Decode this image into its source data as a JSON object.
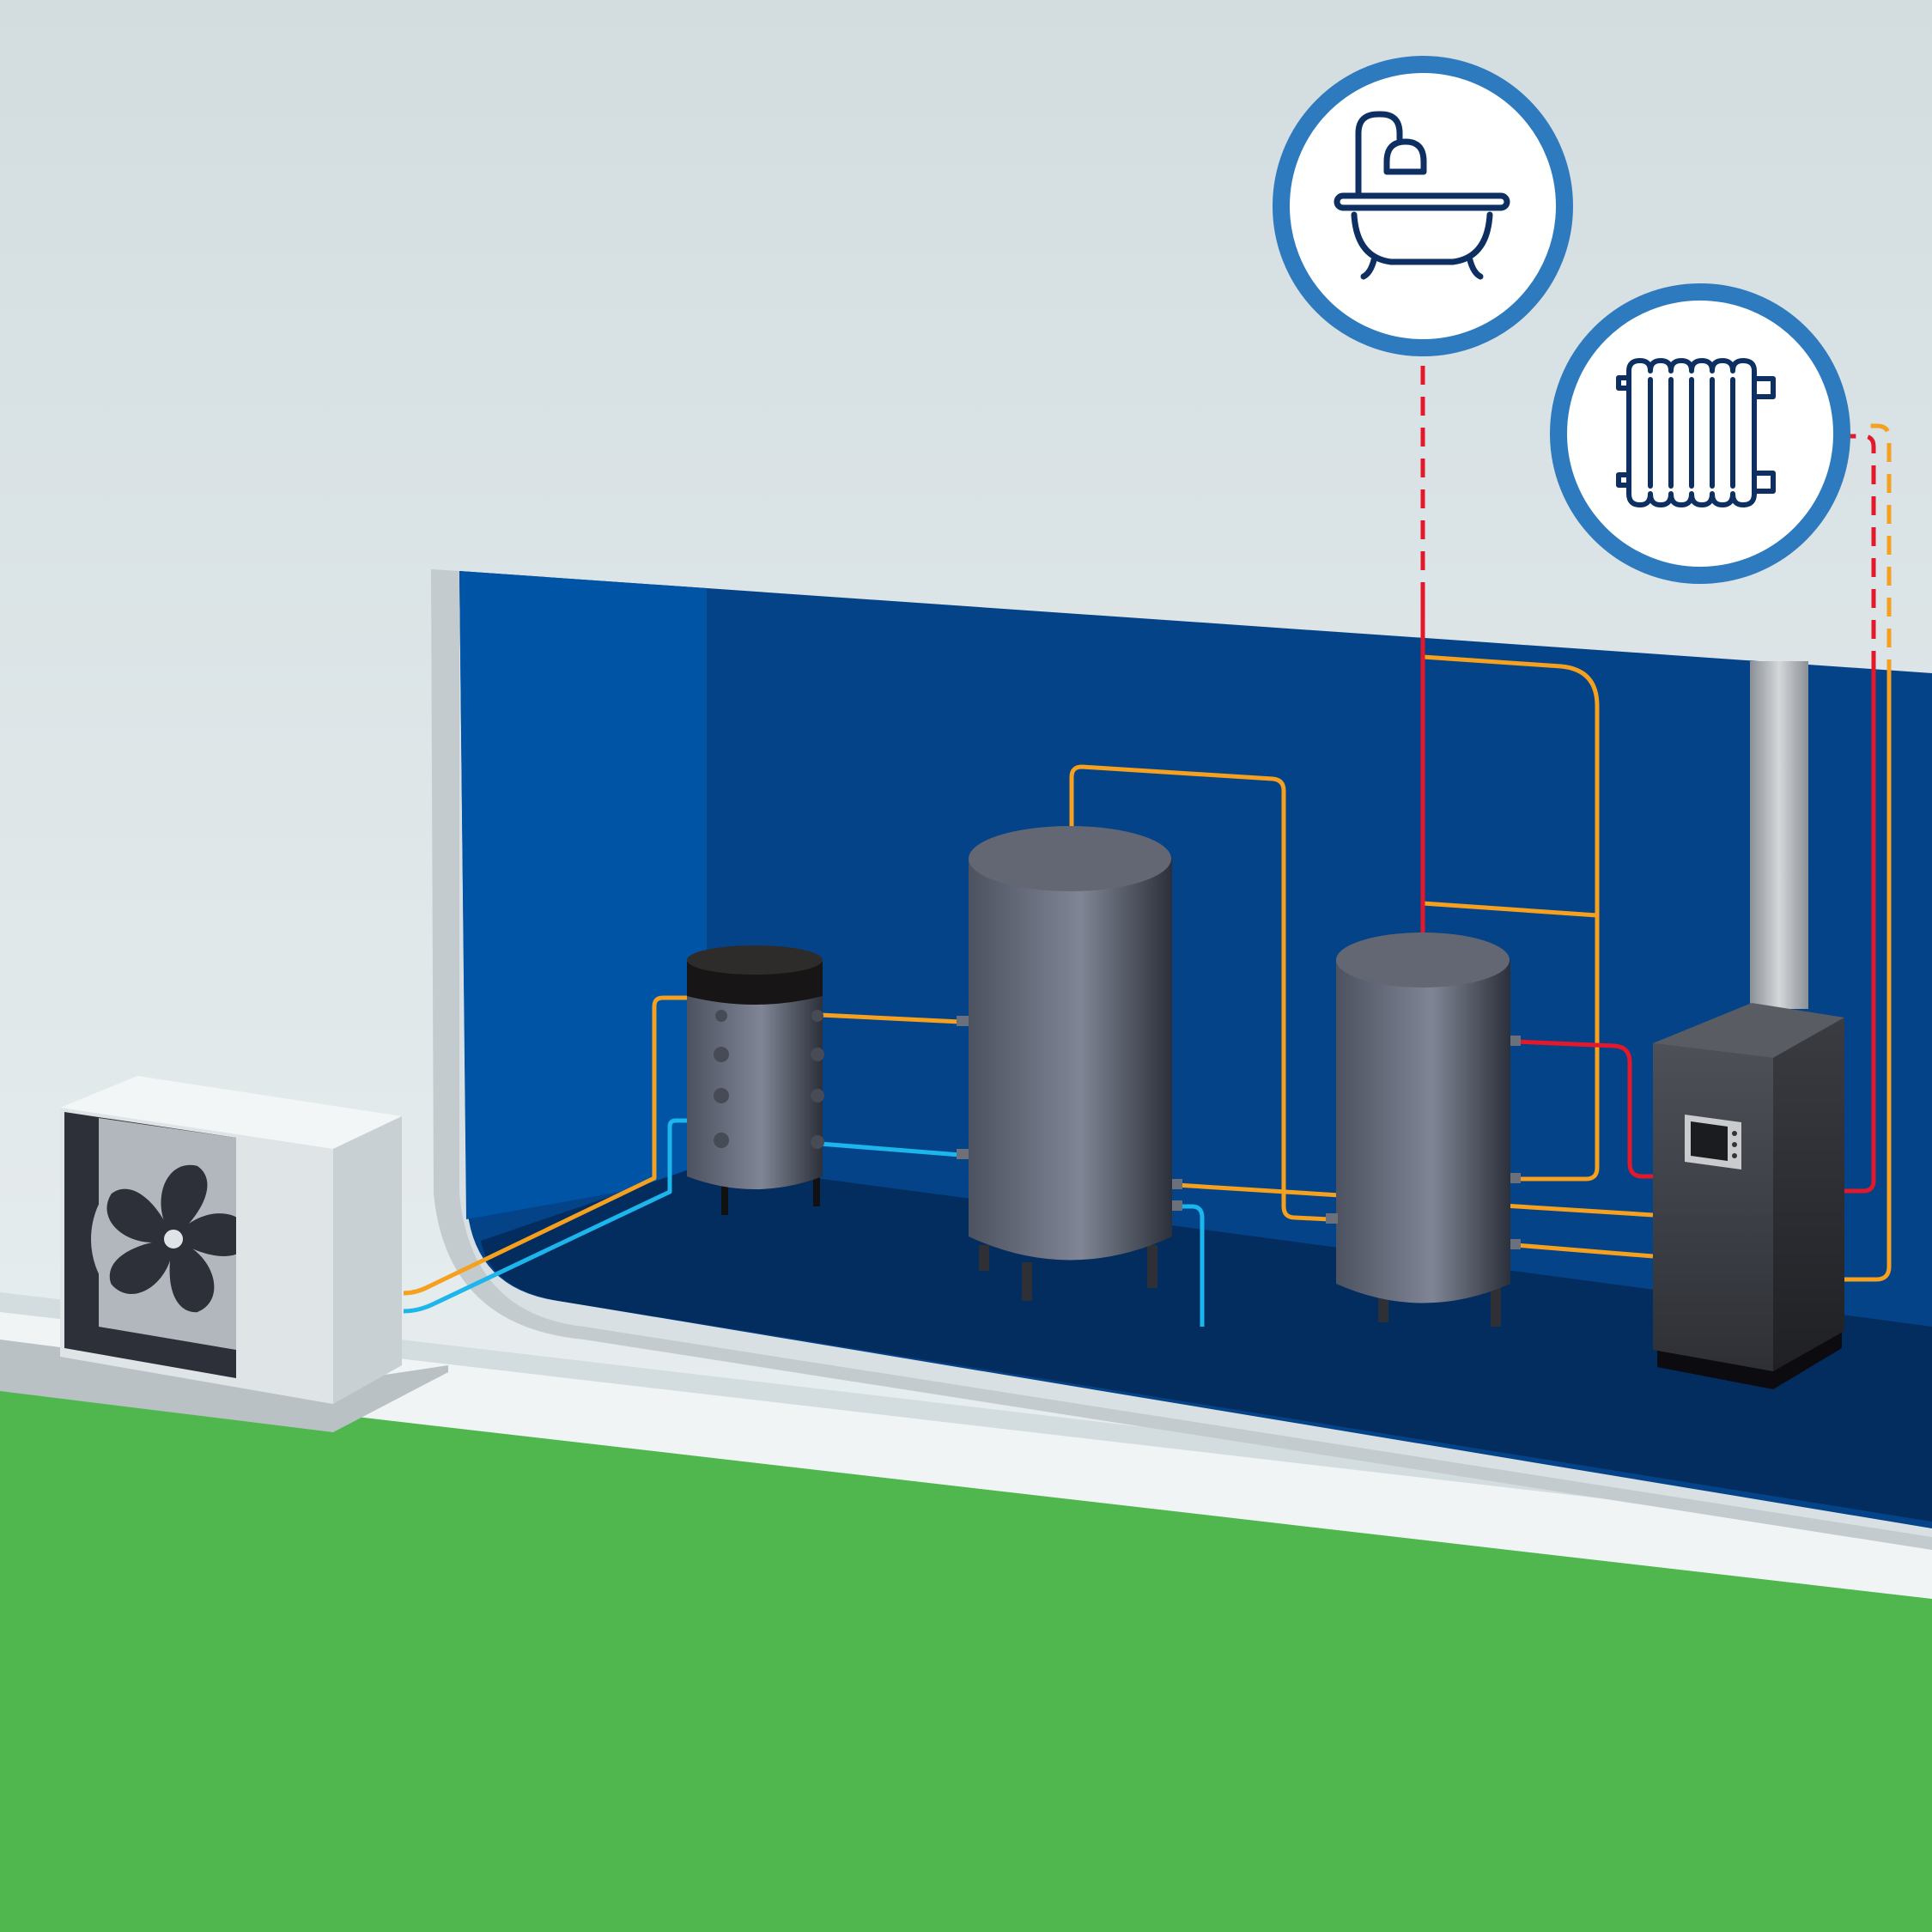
{
  "scene": {
    "type": "heat-pump-system-illustration",
    "components": [
      {
        "name": "outdoor-heat-pump-unit",
        "icon": "fan-icon"
      },
      {
        "name": "small-buffer-tank"
      },
      {
        "name": "large-storage-tank"
      },
      {
        "name": "hot-water-cylinder"
      },
      {
        "name": "boiler-unit",
        "icon": "control-panel-icon"
      }
    ],
    "outputs": [
      {
        "name": "bath-output",
        "icon": "bathtub-icon"
      },
      {
        "name": "radiator-output",
        "icon": "radiator-icon"
      }
    ]
  },
  "colors": {
    "sky_top": "#d3dde0",
    "sky_bottom": "#eef3f4",
    "ground": "#4fb74e",
    "room_back": "#044387",
    "room_left": "#0054a6",
    "room_floor": "#032c5f",
    "pipe_hot": "#f5a01f",
    "pipe_cold": "#1cb6ec",
    "pipe_heat": "#e3192b",
    "icon_ring": "#2d7abf",
    "icon_stroke": "#0d2f62"
  }
}
